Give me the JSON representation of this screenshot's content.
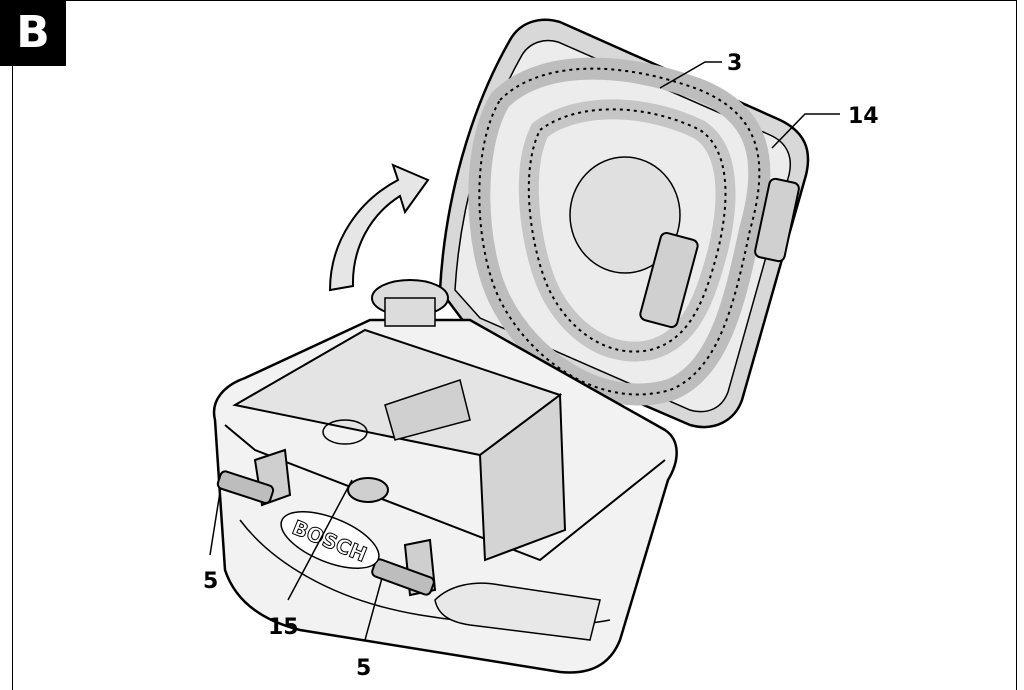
{
  "figure": {
    "label": "B",
    "brand_text": "BOSCH"
  },
  "callouts": [
    {
      "id": "hose",
      "text": "3"
    },
    {
      "id": "hose-holder",
      "text": "14"
    },
    {
      "id": "latch-left",
      "text": "5"
    },
    {
      "id": "knob",
      "text": "15"
    },
    {
      "id": "latch-right",
      "text": "5"
    }
  ],
  "colors": {
    "line": "#000000",
    "fill_light": "#e6e6e6",
    "fill_mid": "#c8c8c8",
    "background": "#ffffff"
  }
}
